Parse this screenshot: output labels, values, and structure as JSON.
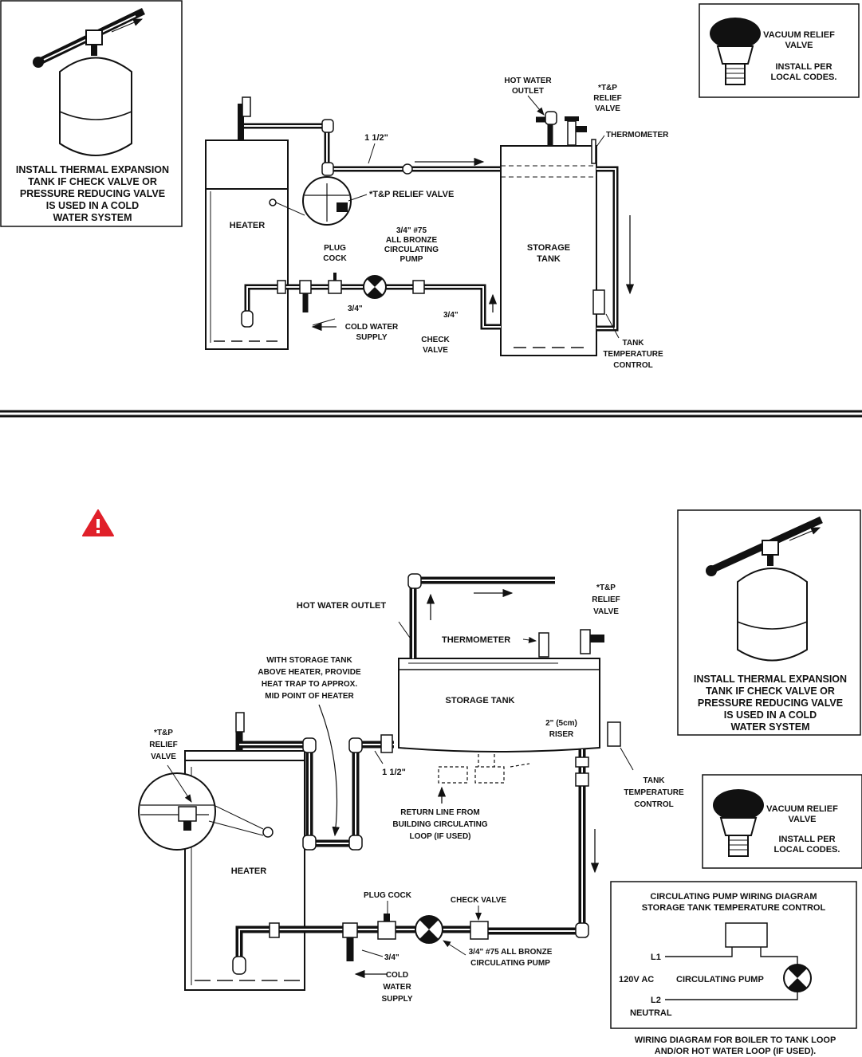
{
  "top": {
    "expansion_tank_note": [
      "INSTALL THERMAL EXPANSION",
      "TANK IF CHECK VALVE OR",
      "PRESSURE REDUCING VALVE",
      "IS USED IN A COLD",
      "WATER SYSTEM"
    ],
    "vacuum_relief": {
      "title": [
        "VACUUM RELIEF",
        "VALVE"
      ],
      "note": [
        "INSTALL PER",
        "LOCAL CODES."
      ]
    },
    "labels": {
      "hot_water_outlet": [
        "HOT WATER",
        "OUTLET"
      ],
      "tp_relief_valve": [
        "*T&P",
        "RELIEF",
        "VALVE"
      ],
      "thermometer": "THERMOMETER",
      "pipe_1_5": "1 1/2\"",
      "tp_relief_inline": "*T&P RELIEF VALVE",
      "heater": "HEATER",
      "pump": [
        "3/4\" #75",
        "ALL BRONZE",
        "CIRCULATING",
        "PUMP"
      ],
      "storage_tank": [
        "STORAGE",
        "TANK"
      ],
      "plug_cock": [
        "PLUG",
        "COCK"
      ],
      "three_quarter_a": "3/4\"",
      "three_quarter_b": "3/4\"",
      "cold_water_supply": [
        "COLD WATER",
        "SUPPLY"
      ],
      "check_valve": [
        "CHECK",
        "VALVE"
      ],
      "tank_temp_control": [
        "TANK",
        "TEMPERATURE",
        "CONTROL"
      ]
    }
  },
  "bottom": {
    "expansion_tank_note": [
      "INSTALL THERMAL EXPANSION",
      "TANK IF CHECK VALVE OR",
      "PRESSURE REDUCING VALVE",
      "IS USED IN A COLD",
      "WATER SYSTEM"
    ],
    "vacuum_relief": {
      "title": [
        "VACUUM RELIEF",
        "VALVE"
      ],
      "note": [
        "INSTALL PER",
        "LOCAL CODES."
      ]
    },
    "labels": {
      "hot_water_outlet": "HOT WATER OUTLET",
      "tp_relief_valve_top": [
        "*T&P",
        "RELIEF",
        "VALVE"
      ],
      "thermometer": "THERMOMETER",
      "heat_trap_note": [
        "WITH STORAGE TANK",
        "ABOVE HEATER, PROVIDE",
        "HEAT TRAP TO APPROX.",
        "MID POINT OF HEATER"
      ],
      "storage_tank": "STORAGE TANK",
      "riser": [
        "2\" (5cm)",
        "RISER"
      ],
      "tp_relief_valve_left": [
        "*T&P",
        "RELIEF",
        "VALVE"
      ],
      "pipe_1_5": "1 1/2\"",
      "tank_temp_control": [
        "TANK",
        "TEMPERATURE",
        "CONTROL"
      ],
      "return_line": [
        "RETURN LINE FROM",
        "BUILDING CIRCULATING",
        "LOOP (IF USED)"
      ],
      "heater": "HEATER",
      "plug_cock": "PLUG COCK",
      "check_valve": "CHECK VALVE",
      "three_quarter": "3/4\"",
      "pump": [
        "3/4\" #75 ALL BRONZE",
        "CIRCULATING PUMP"
      ],
      "cold_water_supply": [
        "COLD",
        "WATER",
        "SUPPLY"
      ]
    },
    "wiring": {
      "title": [
        "CIRCULATING PUMP WIRING DIAGRAM",
        "STORAGE TANK TEMPERATURE CONTROL"
      ],
      "l1": "L1",
      "voltage": "120V AC",
      "pump": "CIRCULATING PUMP",
      "l2": "L2",
      "neutral": "NEUTRAL",
      "caption": [
        "WIRING DIAGRAM FOR BOILER TO TANK LOOP",
        "AND/OR HOT WATER LOOP (IF USED)."
      ]
    }
  },
  "colors": {
    "ink": "#111111",
    "warning": "#e0202a"
  },
  "icons": [
    "warning-icon",
    "vacuum-relief-valve-icon",
    "expansion-tank-icon",
    "pump-icon"
  ]
}
